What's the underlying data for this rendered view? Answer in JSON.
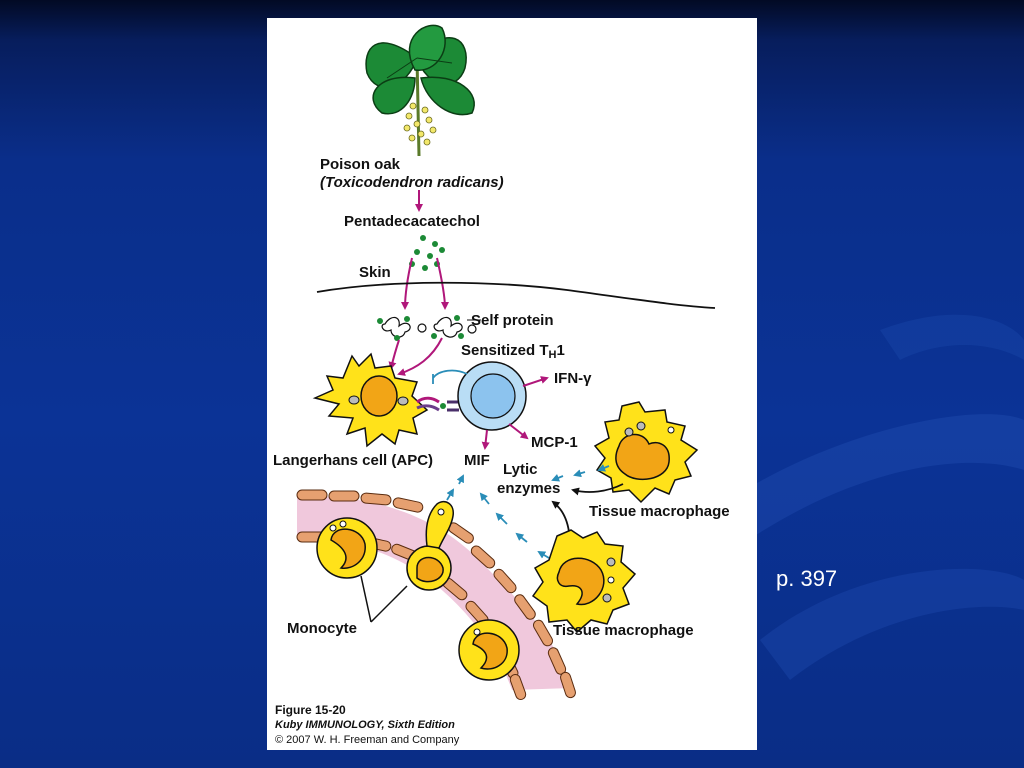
{
  "slide": {
    "page_ref": "p. 397",
    "colors": {
      "background": "#0b3396",
      "swoosh": "#1e4cb0",
      "card": "#ffffff",
      "cell_yellow": "#ffe21a",
      "nucleus_orange": "#f2a516",
      "th1_blue": "#a9d4f5",
      "vessel_pink": "#f0c8dc",
      "arrow_magenta": "#b0177a",
      "arrow_teal": "#2a8db8",
      "leaf_green": "#1c8a36"
    }
  },
  "figure": {
    "labels": {
      "poison_oak": "Poison oak",
      "species": "(Toxicodendron radicans)",
      "pentadecacatechol": "Pentadecacatechol",
      "skin": "Skin",
      "self_protein": "Self protein",
      "sensitized_prefix": "Sensitized T",
      "sensitized_sub": "H",
      "sensitized_suffix": "1",
      "ifn": "IFN-γ",
      "mcp": "MCP-1",
      "langerhans": "Langerhans cell (APC)",
      "mif": "MIF",
      "lytic_1": "Lytic",
      "lytic_2": "enzymes",
      "tissue_macrophage_upper": "Tissue macrophage",
      "tissue_macrophage_lower": "Tissue macrophage",
      "monocyte": "Monocyte"
    },
    "caption": {
      "figure_no": "Figure 15-20",
      "book": "Kuby IMMUNOLOGY, Sixth Edition",
      "copyright": "© 2007 W. H. Freeman and Company"
    }
  }
}
